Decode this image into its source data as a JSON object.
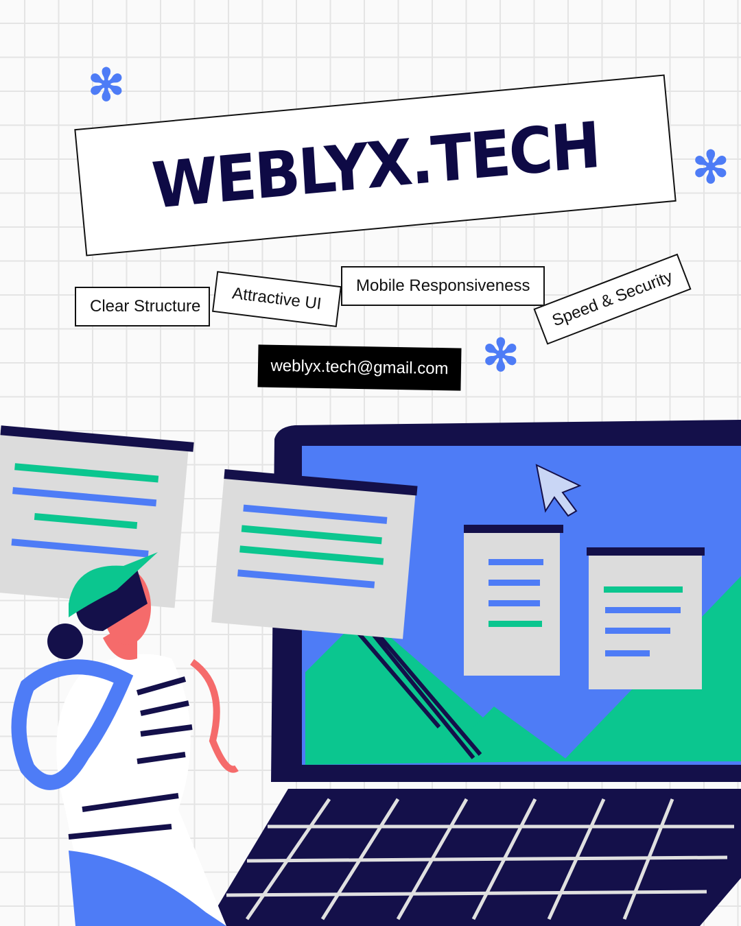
{
  "brand": {
    "title": "WEBLYX.TECH"
  },
  "features": [
    "Clear Structure",
    "Attractive UI",
    "Mobile Responsiveness",
    "Speed & Security"
  ],
  "contact": {
    "email": "weblyx.tech@gmail.com"
  },
  "icons": {
    "decoration": "asterisk-flower-icon"
  },
  "colors": {
    "navy": "#0e0a45",
    "blue": "#4e7cf6",
    "green": "#0bc68f",
    "coral": "#f56b6b",
    "panel": "#dcdcdc"
  }
}
